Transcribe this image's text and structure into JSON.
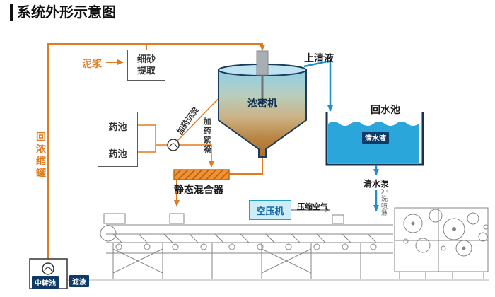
{
  "title": "系统外形示意图",
  "labels": {
    "mud": "泥浆",
    "sand_extraction": "细砂提取",
    "supernatant": "上清液",
    "thickener": "浓密机",
    "return_pool": "回水池",
    "clear_water": "清水液",
    "clear_water_pump": "清水泵",
    "flush_spray": "冲洗喷淋",
    "chem_pool_1": "药池",
    "chem_pool_2": "药池",
    "dosing_sediment": "加药沉淀",
    "dosing_flocculation": "加药絮凝",
    "static_mixer": "静态混合器",
    "air_compressor": "空压机",
    "compressed_air": "压缩空气",
    "return_tank": "回浓缩罐",
    "transfer_pool": "中转池",
    "filtrate": "滤液"
  },
  "colors": {
    "pipe_orange": "#e07b1f",
    "water_blue": "#2aa6da",
    "tank_outline": "#16324f",
    "badge_navy": "#0d3a66",
    "compressor_blue": "#1467a8",
    "mixer_orange": "#f09133"
  }
}
